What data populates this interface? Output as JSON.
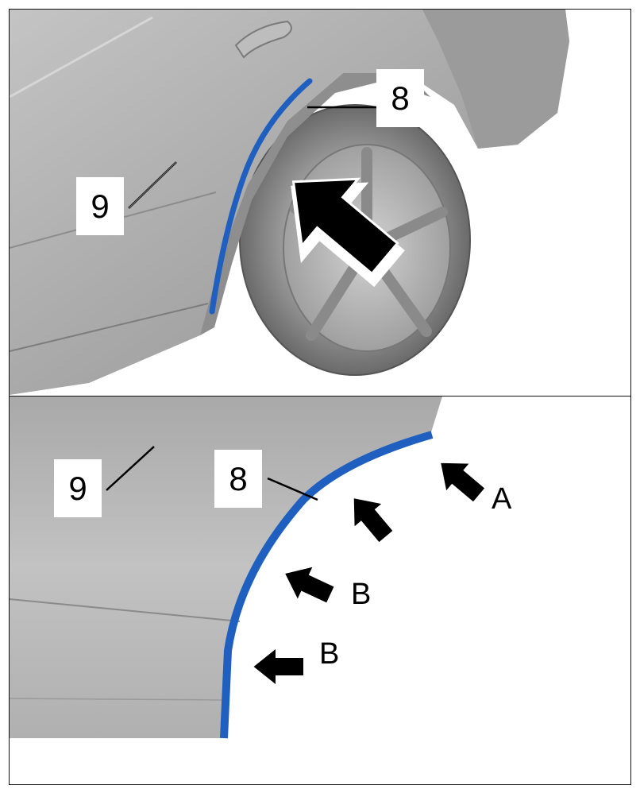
{
  "figure": {
    "top_panel": {
      "callouts": {
        "part_8": "8",
        "part_9": "9"
      }
    },
    "bottom_panel": {
      "callouts": {
        "part_8": "8",
        "part_9": "9"
      },
      "arrow_labels": {
        "a": "A",
        "b1": "B",
        "b2": "B"
      }
    },
    "colors": {
      "seal_blue": "#1e5fbf",
      "body_gray": "#a6a6a6",
      "tire_dark": "#5a5a5a",
      "arrow_black": "#000000"
    }
  }
}
